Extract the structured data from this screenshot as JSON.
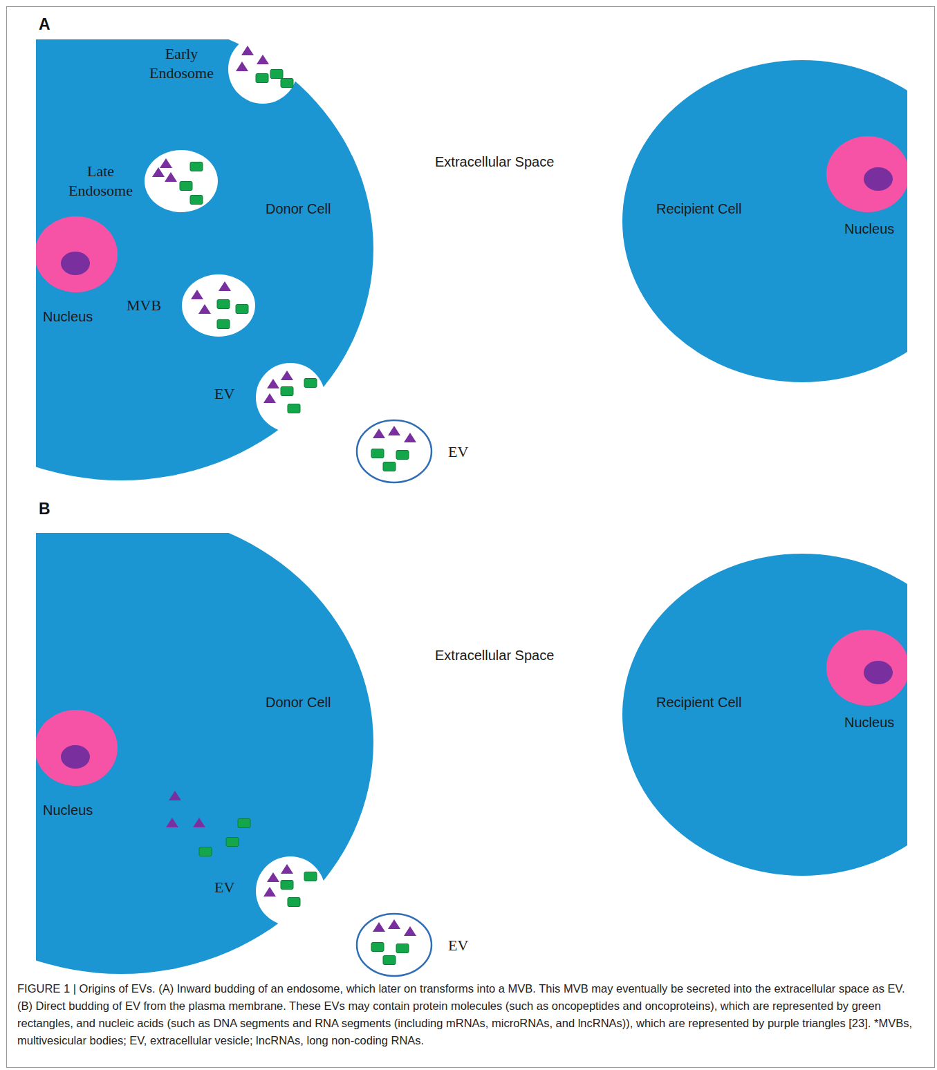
{
  "diagram": {
    "caption": "FIGURE 1 | Origins of EVs. (A) Inward budding of an endosome, which later on transforms into a MVB. This MVB may eventually be secreted into the extracellular space as EV. (B) Direct budding of EV from the plasma membrane. These EVs may contain protein molecules (such as oncopeptides and oncoproteins), which are represented by green rectangles, and nucleic acids (such as DNA segments and RNA segments (including mRNAs, microRNAs, and lncRNAs)), which are represented by purple triangles [23]. *MVBs, multivesicular bodies; EV, extracellular vesicle; lncRNAs, long non-coding RNAs.",
    "nodes": [
      {
        "text": [
          "Donor Cell"
        ]
      },
      {
        "text": [
          "Nucleus"
        ],
        "in": 0
      },
      {
        "text": [
          "Early Endosome"
        ],
        "in": 0
      },
      {
        "text": [
          "Late Endosome"
        ],
        "in": 0
      },
      {
        "text": [
          "MVB"
        ],
        "in": 0
      },
      {
        "text": [
          "EV"
        ],
        "in": 0
      },
      {
        "text": [
          "EV"
        ]
      },
      {
        "text": [
          "Recipient Cell"
        ]
      },
      {
        "text": [
          "Nucleus"
        ],
        "in": 7
      },
      {
        "text": [
          "Donor Cell"
        ]
      },
      {
        "text": [
          "Nucleus"
        ],
        "in": 9
      },
      {
        "text": [
          "EV"
        ],
        "in": 9
      },
      {
        "text": [
          "EV"
        ]
      },
      {
        "text": [
          "Recipient Cell"
        ]
      },
      {
        "text": [
          "Nucleus"
        ],
        "in": 13
      }
    ],
    "labels": [
      "A",
      "Extracellular Space",
      "B",
      "Extracellular Space"
    ]
  }
}
